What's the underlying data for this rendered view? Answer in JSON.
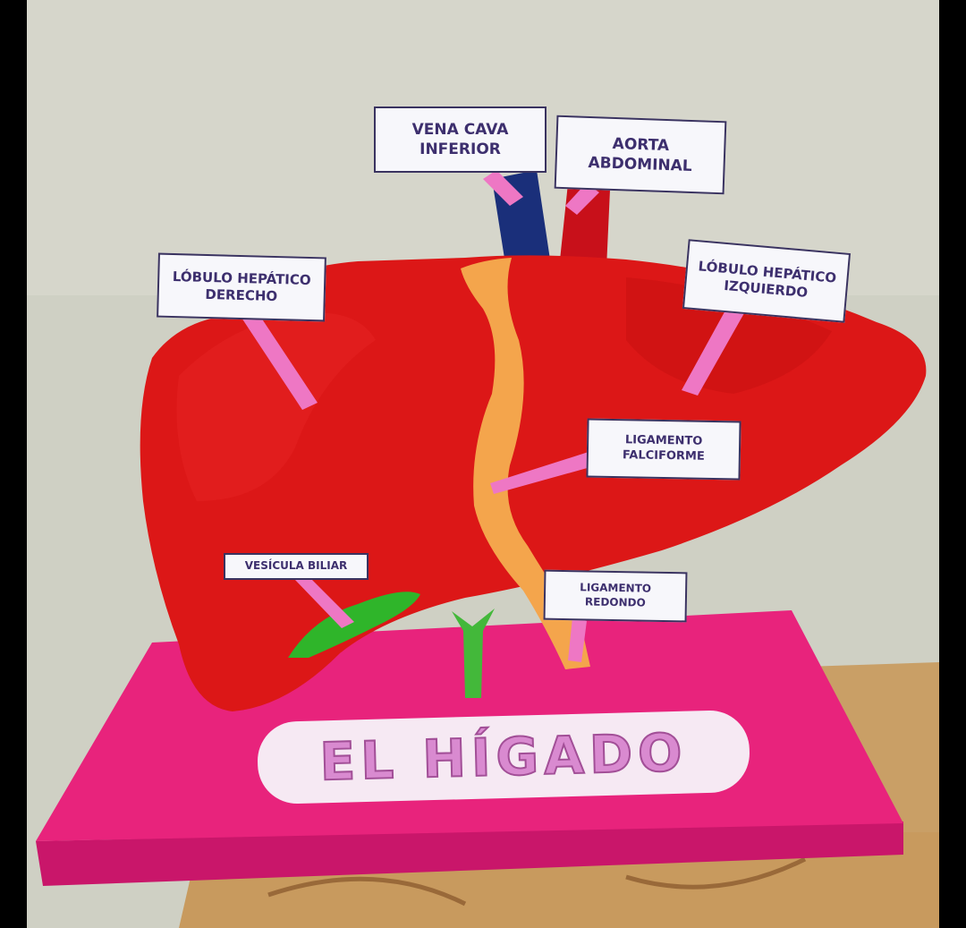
{
  "colors": {
    "wall": "#cfd0c4",
    "liver": "#dc1717",
    "liver_dark": "#b50d0d",
    "falciform": "#f4a54c",
    "vena_cava": "#1a2f7a",
    "aorta": "#c8101a",
    "gallbladder": "#2fb52a",
    "base": "#e8237c",
    "pointer": "#ee77c4",
    "title_fill": "#d98ad0"
  },
  "labels": {
    "vena_cava": [
      "VENA CAVA",
      "INFERIOR"
    ],
    "aorta": [
      "AORTA",
      "ABDOMINAL"
    ],
    "lobulo_derecho": [
      "LÓBULO HEPÁTICO",
      "DERECHO"
    ],
    "lobulo_izquierdo": [
      "LÓBULO HEPÁTICO",
      "IZQUIERDO"
    ],
    "ligamento_falciforme": [
      "LIGAMENTO",
      "FALCIFORME"
    ],
    "vesicula_biliar": [
      "VESÍCULA BILIAR"
    ],
    "ligamento_redondo": [
      "LIGAMENTO",
      "REDONDO"
    ]
  },
  "title": "EL HÍGADO"
}
